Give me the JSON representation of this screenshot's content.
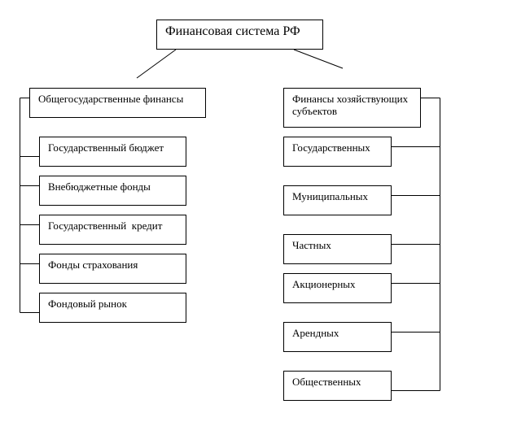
{
  "diagram": {
    "root": {
      "label": "Финансовая система РФ"
    },
    "left_branch": {
      "label": "Общегосударственные финансы",
      "items": [
        "Государственный бюджет",
        "Внебюджетные фонды",
        "Государственный  кредит",
        "Фонды страхования",
        "Фондовый рынок"
      ]
    },
    "right_branch": {
      "label_line1": "Финансы хозяйствующих",
      "label_line2": "субъектов",
      "items": [
        "Государственных",
        "Муниципальных",
        "Частных",
        "Акционерных",
        "Арендных",
        "Общественных"
      ]
    },
    "line_color": "#000000",
    "box_border_color": "#000000"
  }
}
